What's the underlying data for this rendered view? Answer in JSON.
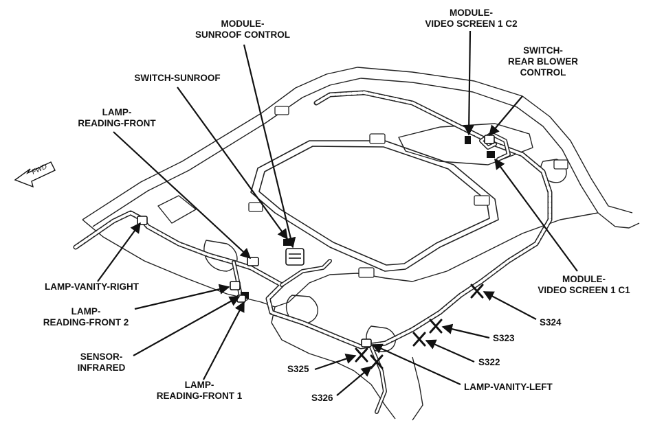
{
  "direction_label": "FWD",
  "labels": {
    "module_sunroof_control": [
      "MODULE-",
      "SUNROOF CONTROL"
    ],
    "module_video_screen_1_c2": [
      "MODULE-",
      "VIDEO SCREEN 1 C2"
    ],
    "switch_rear_blower_control": [
      "SWITCH-",
      "REAR BLOWER",
      "CONTROL"
    ],
    "switch_sunroof": [
      "SWITCH-SUNROOF"
    ],
    "lamp_reading_front": [
      "LAMP-",
      "READING-FRONT"
    ],
    "module_video_screen_1_c1": [
      "MODULE-",
      "VIDEO SCREEN 1 C1"
    ],
    "lamp_vanity_right": [
      "LAMP-VANITY-RIGHT"
    ],
    "lamp_reading_front_2": [
      "LAMP-",
      "READING-FRONT 2"
    ],
    "sensor_infrared": [
      "SENSOR-",
      "INFRARED"
    ],
    "lamp_reading_front_1": [
      "LAMP-",
      "READING-FRONT 1"
    ],
    "s324": [
      "S324"
    ],
    "s323": [
      "S323"
    ],
    "s322": [
      "S322"
    ],
    "s325": [
      "S325"
    ],
    "s326": [
      "S326"
    ],
    "lamp_vanity_left": [
      "LAMP-VANITY-LEFT"
    ]
  }
}
